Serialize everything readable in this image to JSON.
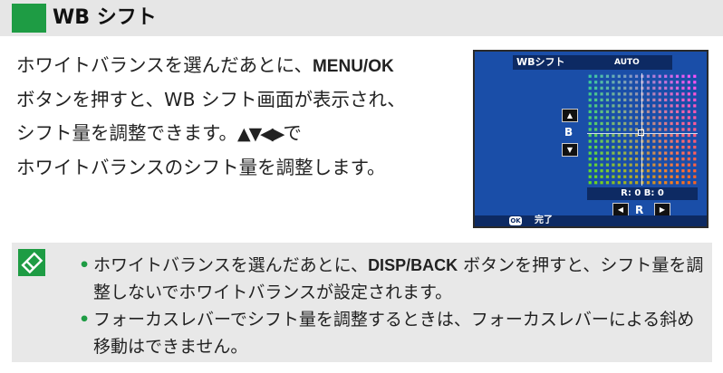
{
  "section": {
    "title": "WB シフト"
  },
  "paragraph": {
    "line1_pre": "ホワイトバランスを選んだあとに、",
    "line1_key": "MENU/OK",
    "line2": "ボタンを押すと、WB シフト画面が表示され、",
    "line3_chars": [
      "シ",
      "フ",
      "ト",
      "量",
      "を",
      "調",
      "整",
      "で",
      "き",
      "ま",
      "す",
      "。",
      "▲▼◀▶",
      "で"
    ],
    "line4": "ホワイトバランスのシフト量を調整します。"
  },
  "camera_screen": {
    "title": "WBシフト",
    "mode": "AUTO",
    "b_label": "B",
    "r_label": "R",
    "readout": "R: 0 B: 0",
    "ok_label": "OK",
    "done_label": "完了",
    "up_arrow": "▲",
    "down_arrow": "▼",
    "left_arrow": "◀",
    "right_arrow": "▶",
    "colors": {
      "background": "#1a4ea8",
      "bar": "#0d2a63"
    }
  },
  "note": {
    "icon": "note-icon",
    "bullet": "•",
    "item1_pre": "ホワイトバランスを選んだあとに、",
    "item1_key": "DISP/BACK",
    "item1_post": " ボタンを押すと、シフト量を調整しないでホワイトバランスが設定されます。",
    "item2": "フォーカスレバーでシフト量を調整するときは、フォーカスレバーによる斜め移動はできません。"
  },
  "colors": {
    "accent": "#1e9c44",
    "header_bg": "#e6e6e6",
    "note_bg": "#e8e8e8"
  }
}
